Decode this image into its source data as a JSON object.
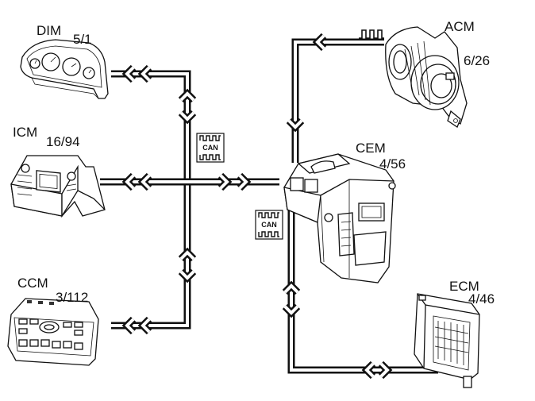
{
  "modules": {
    "dim": {
      "name": "DIM",
      "code": "5/1"
    },
    "icm": {
      "name": "ICM",
      "code": "16/94"
    },
    "ccm": {
      "name": "CCM",
      "code": "3/112"
    },
    "cem": {
      "name": "CEM",
      "code": "4/56"
    },
    "acm": {
      "name": "ACM",
      "code": "6/26"
    },
    "ecm": {
      "name": "ECM",
      "code": "4/46"
    }
  },
  "can_symbol_label": "CAN",
  "icons": [
    "can-bus-icon",
    "square-wave-icon",
    "bidirectional-arrow-icon"
  ]
}
